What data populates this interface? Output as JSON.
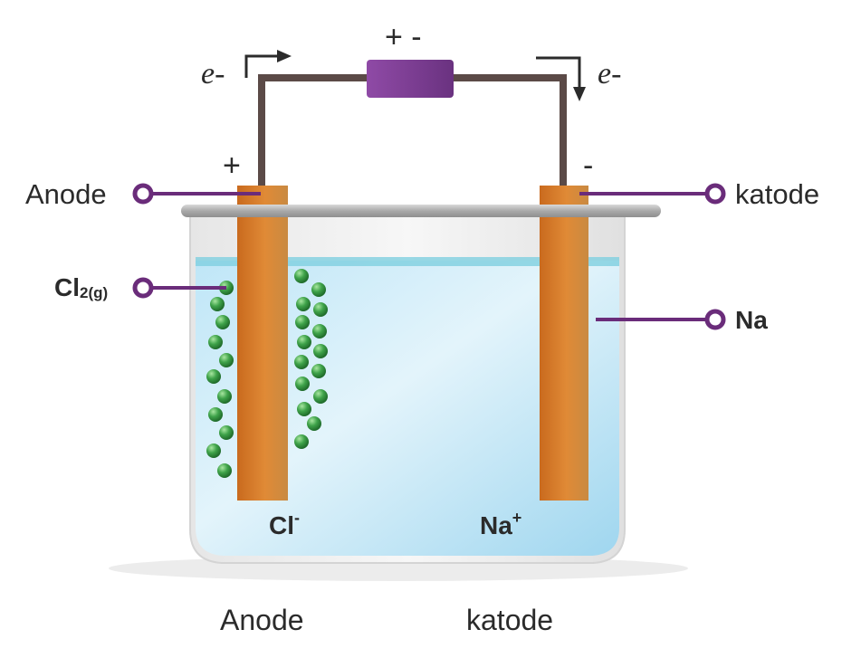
{
  "labels": {
    "anode_side": "Anode",
    "katode_side": "katode",
    "chlorine_main": "Cl",
    "chlorine_sub": "2(g)",
    "sodium": "Na",
    "chloride_ion": "Cl",
    "chloride_charge": "-",
    "sodium_ion": "Na",
    "sodium_charge": "+",
    "anode_bottom": "Anode",
    "katode_bottom": "katode",
    "anode_sign": "+",
    "katode_sign": "-",
    "source_signs": "+ -",
    "electron_left": "e-",
    "electron_right": "e-"
  },
  "colors": {
    "wire": "#5b4a47",
    "source": "#7b3f8f",
    "electrode": "#d9822b",
    "pointer": "#6a2c7a",
    "solution": "#a9dcf2",
    "bubble": "#4caf50",
    "beaker_rim": "#b9b9b9"
  }
}
